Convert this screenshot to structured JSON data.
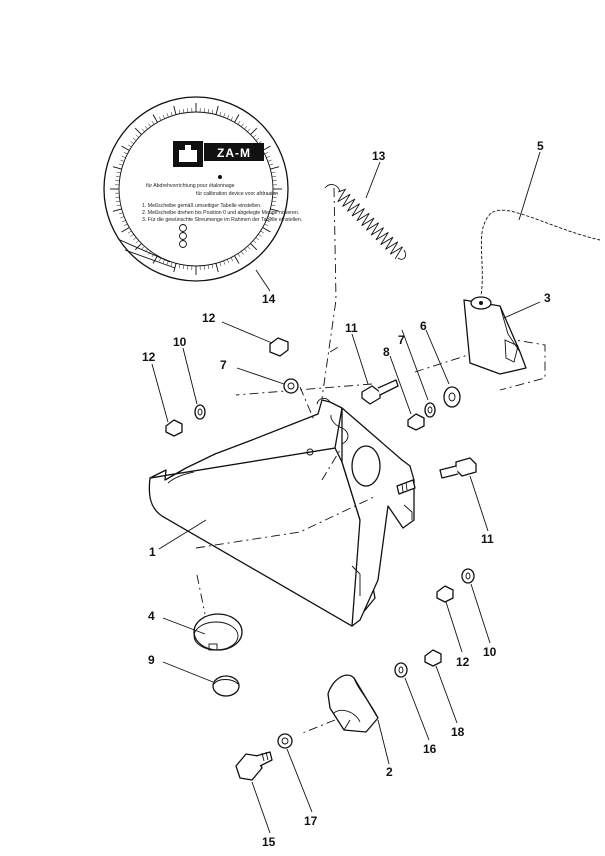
{
  "callouts": [
    {
      "id": "1",
      "label": "1"
    },
    {
      "id": "2",
      "label": "2"
    },
    {
      "id": "3",
      "label": "3"
    },
    {
      "id": "4",
      "label": "4"
    },
    {
      "id": "5",
      "label": "5"
    },
    {
      "id": "6",
      "label": "6"
    },
    {
      "id": "7a",
      "label": "7"
    },
    {
      "id": "7b",
      "label": "7"
    },
    {
      "id": "8",
      "label": "8"
    },
    {
      "id": "9",
      "label": "9"
    },
    {
      "id": "10a",
      "label": "10"
    },
    {
      "id": "10b",
      "label": "10"
    },
    {
      "id": "11a",
      "label": "11"
    },
    {
      "id": "11b",
      "label": "11"
    },
    {
      "id": "12a",
      "label": "12"
    },
    {
      "id": "12b",
      "label": "12"
    },
    {
      "id": "12c",
      "label": "12"
    },
    {
      "id": "13",
      "label": "13"
    },
    {
      "id": "14",
      "label": "14"
    },
    {
      "id": "15",
      "label": "15"
    },
    {
      "id": "16",
      "label": "16"
    },
    {
      "id": "17",
      "label": "17"
    },
    {
      "id": "18",
      "label": "18"
    }
  ],
  "disc": {
    "brand": "ZA-M",
    "title_de": "für Abdrehvorrichtung pour étalonnage",
    "title_fr": "für calibration device voor afdraaien",
    "instruction_1": "1. Meßscheibe gemäß umseitiger Tabelle einstellen.",
    "instruction_2": "2. Meßscheibe drehen bis Position 0 und abgelegte Menge notieren.",
    "instruction_3": "3. Für die gewünschte Streumenge im Rahmen der Tabelle einstellen."
  }
}
